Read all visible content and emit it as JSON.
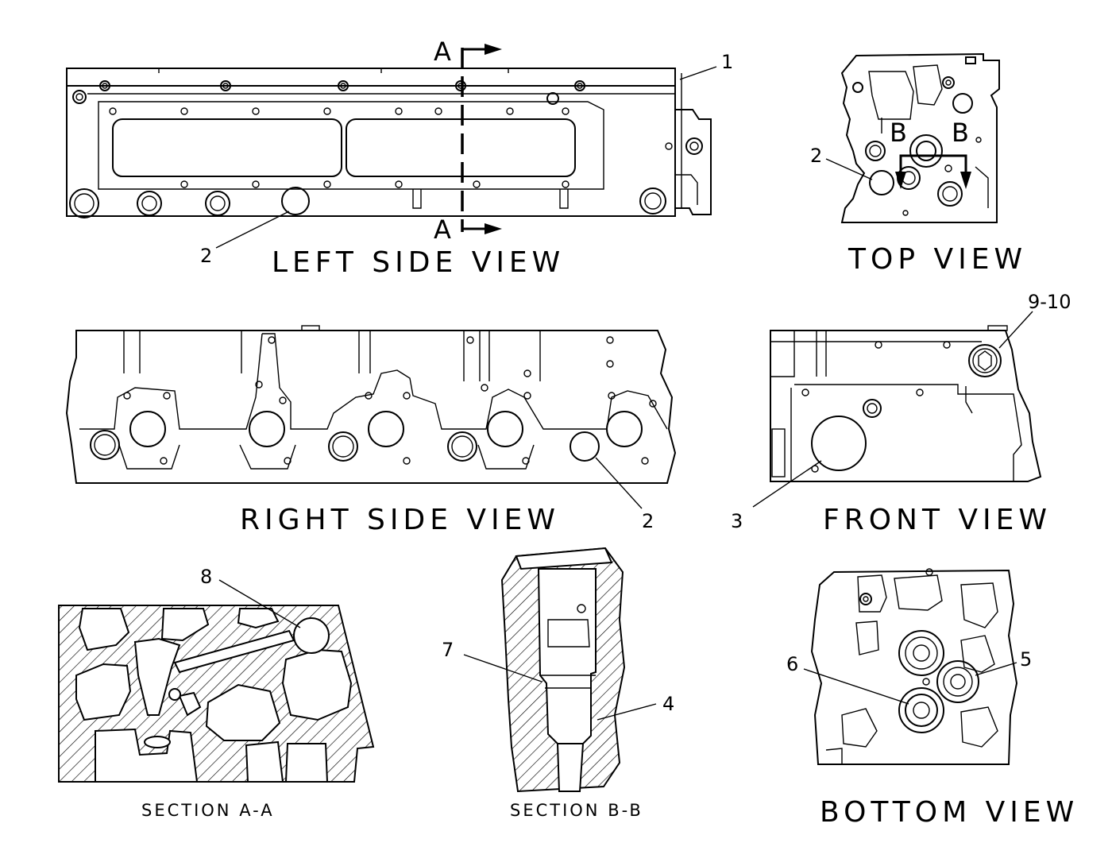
{
  "views": {
    "left_side": "LEFT SIDE VIEW",
    "top": "TOP VIEW",
    "right_side": "RIGHT SIDE VIEW",
    "front": "FRONT VIEW",
    "bottom": "BOTTOM VIEW",
    "section_a": "SECTION A-A",
    "section_b": "SECTION B-B"
  },
  "section_markers": {
    "a": "A",
    "b": "B"
  },
  "callouts": {
    "c1": "1",
    "c2_left": "2",
    "c2_top": "2",
    "c2_right": "2",
    "c3": "3",
    "c4": "4",
    "c5": "5",
    "c6": "6",
    "c7": "7",
    "c8": "8",
    "c9_10": "9-10"
  }
}
